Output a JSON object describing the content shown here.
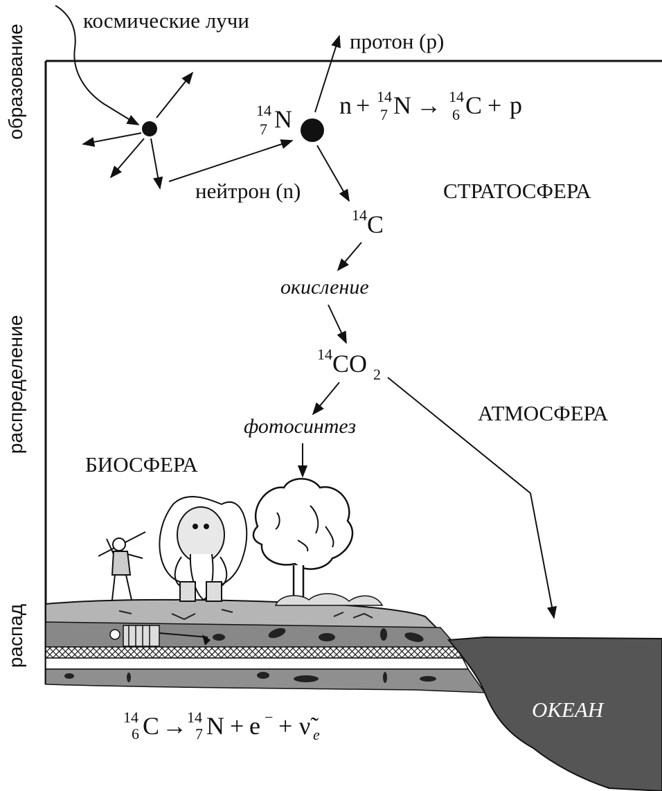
{
  "side_labels": {
    "formation": "образование",
    "distribution": "распределение",
    "decay": "распад"
  },
  "labels": {
    "cosmic_rays": "космические лучи",
    "proton": "протон (p)",
    "neutron": "нейтрон (n)",
    "stratosphere": "СТРАТОСФЕРА",
    "oxidation": "окисление",
    "photosynthesis": "фотосинтез",
    "atmosphere": "АТМОСФЕРА",
    "biosphere": "БИОСФЕРА",
    "ocean": "ОКЕАН"
  },
  "isotopes": {
    "nitrogen_target": {
      "mass": "14",
      "atomic": "7",
      "symbol": "N"
    },
    "carbon14": {
      "mass": "14",
      "symbol": "C"
    },
    "co2": {
      "mass": "14",
      "symbol": "CO",
      "subscript": "2"
    }
  },
  "formation_reaction": {
    "lhs_particle": "n",
    "plus1": "+",
    "target_mass": "14",
    "target_atomic": "7",
    "target_symbol": "N",
    "arrow": "→",
    "product_mass": "14",
    "product_atomic": "6",
    "product_symbol": "C",
    "plus2": "+",
    "rhs_particle": "p"
  },
  "decay_reaction": {
    "parent_mass": "14",
    "parent_atomic": "6",
    "parent_symbol": "C",
    "arrow": "→",
    "daughter_mass": "14",
    "daughter_atomic": "7",
    "daughter_symbol": "N",
    "plus1": "+",
    "electron": "e",
    "electron_charge": "−",
    "plus2": "+",
    "antineutrino": "ν̃",
    "antineutrino_sub": "e"
  }
}
